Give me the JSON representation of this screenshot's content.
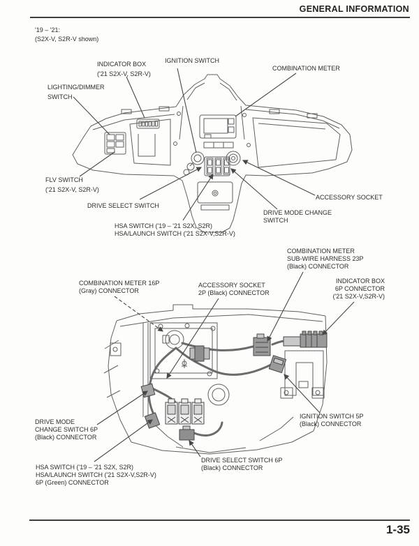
{
  "colors": {
    "rule": "#3d3d3d",
    "text": "#2d2d2d",
    "line_art": "#606060"
  },
  "header": {
    "title": "GENERAL INFORMATION"
  },
  "note": "'19 – '21:\n(S2X-V, S2R-V shown)",
  "diagram1": {
    "labels": {
      "indicator_box": "INDICATOR BOX\n('21 S2X-V, S2R-V)",
      "ignition_switch": "IGNITION SWITCH",
      "combination_meter": "COMBINATION METER",
      "lighting_dimmer_switch": "LIGHTING/DIMMER\nSWITCH",
      "flv_switch": "FLV SWITCH\n('21 S2X-V, S2R-V)",
      "drive_select_switch": "DRIVE SELECT SWITCH",
      "hsa_switch": "HSA SWITCH ('19 – '21 S2X, S2R)\nHSA/LAUNCH SWITCH ('21 S2X-V,S2R-V)",
      "accessory_socket": "ACCESSORY SOCKET",
      "drive_mode_change_switch": "DRIVE MODE CHANGE\nSWITCH"
    }
  },
  "diagram2": {
    "labels": {
      "combination_meter_sub_wire_23p": "COMBINATION METER\nSUB-WIRE HARNESS 23P\n(Black) CONNECTOR",
      "combination_meter_16p": "COMBINATION METER 16P\n(Gray) CONNECTOR",
      "accessory_socket_2p": "ACCESSORY SOCKET\n2P (Black) CONNECTOR",
      "indicator_box_6p": "INDICATOR BOX\n6P CONNECTOR\n('21 S2X-V,S2R-V)",
      "ignition_switch_5p": "IGNITION SWITCH 5P\n(Black) CONNECTOR",
      "drive_mode_change_switch_6p": "DRIVE MODE\nCHANGE SWITCH 6P\n(Black) CONNECTOR",
      "hsa_switch_6p": "HSA SWITCH ('19 – '21 S2X, S2R)\nHSA/LAUNCH SWITCH ('21 S2X-V,S2R-V)\n6P (Green) CONNECTOR",
      "drive_select_switch_6p": "DRIVE SELECT SWITCH 6P\n(Black) CONNECTOR"
    }
  },
  "footer": {
    "page_number": "1-35"
  }
}
